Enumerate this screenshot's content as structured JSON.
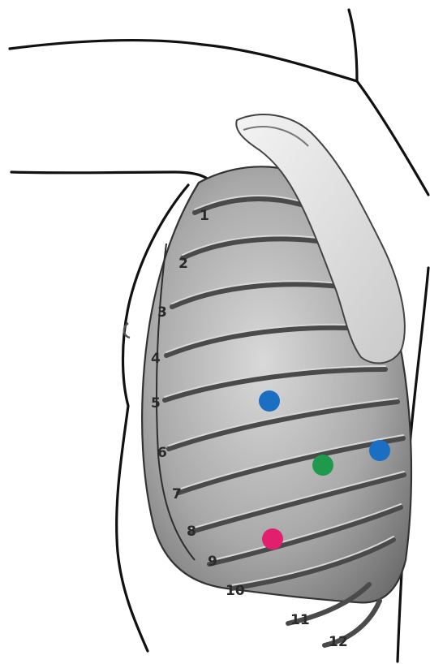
{
  "diagram": {
    "rib_labels": [
      "1",
      "2",
      "3",
      "4",
      "5",
      "6",
      "7",
      "8",
      "9",
      "10",
      "11",
      "12"
    ],
    "marker_colors": {
      "blue": "#1a6fc2",
      "green": "#1f9a4d",
      "pink": "#e0206f"
    },
    "markers": [
      {
        "color": "blue"
      },
      {
        "color": "green"
      },
      {
        "color": "blue"
      },
      {
        "color": "pink"
      }
    ]
  }
}
